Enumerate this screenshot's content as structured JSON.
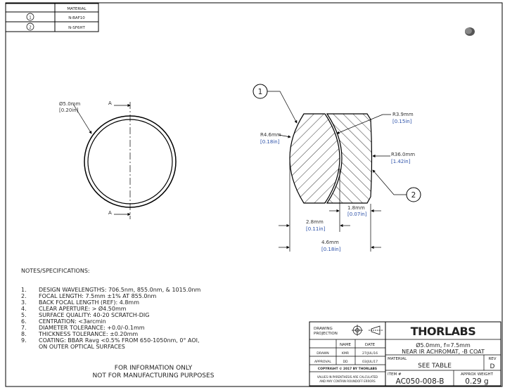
{
  "material_table": {
    "header": "MATERIAL",
    "rows": [
      {
        "callout": "1",
        "material": "N-BAF10"
      },
      {
        "callout": "2",
        "material": "N-SF6HT"
      }
    ]
  },
  "front_view": {
    "section_label_top": "A",
    "section_label_bottom": "A",
    "diameter_mm": "Ø5.0mm",
    "diameter_in": "[0.20in]"
  },
  "section_view": {
    "callout_1": "1",
    "callout_2": "2",
    "r1_mm": "R4.6mm",
    "r1_in": "[0.18in]",
    "r2_mm": "R3.9mm",
    "r2_in": "[0.15in]",
    "r3_mm": "R36.0mm",
    "r3_in": "[1.42in]",
    "t2_mm": "1.8mm",
    "t2_in": "[0.07in]",
    "t1_mm": "2.8mm",
    "t1_in": "[0.11in]",
    "total_mm": "4.6mm",
    "total_in": "[0.18in]"
  },
  "notes": {
    "title": "NOTES/SPECIFICATIONS:",
    "items": [
      {
        "n": "1.",
        "text": "DESIGN WAVELENGTHS: 706.5nm, 855.0nm, & 1015.0nm"
      },
      {
        "n": "2.",
        "text": "FOCAL LENGTH: 7.5mm ±1% AT 855.0nm"
      },
      {
        "n": "3.",
        "text": "BACK FOCAL LENGTH (REF): 4.8mm"
      },
      {
        "n": "4.",
        "text": "CLEAR APERTURE: > Ø4.50mm"
      },
      {
        "n": "5.",
        "text": "SURFACE QUALITY: 40-20 SCRATCH-DIG"
      },
      {
        "n": "6.",
        "text": "CENTRATION: <3arcmin"
      },
      {
        "n": "7.",
        "text": "DIAMETER TOLERANCE: +0.0/-0.1mm"
      },
      {
        "n": "8.",
        "text": "THICKNESS TOLERANCE: ±0.20mm"
      },
      {
        "n": "9.",
        "text": "COATING: BBAR Ravg <0.5% FROM 650-1050nm, 0° AOI,"
      },
      {
        "n": "",
        "text": "ON OUTER OPTICAL SURFACES"
      }
    ],
    "footer_line1": "FOR INFORMATION ONLY",
    "footer_line2": "NOT FOR MANUFACTURING PURPOSES"
  },
  "title_block": {
    "drawing_projection": [
      "DRAWING",
      "PROJECTION"
    ],
    "name_header": "NAME",
    "date_header": "DATE",
    "drawn_label": "DRAWN",
    "drawn_name": "KMR",
    "drawn_date": "27/JUL/16",
    "approval_label": "APPROVAL",
    "approval_name": "DD",
    "approval_date": "03/JUL/17",
    "copyright": "COPYRIGHT © 2017 BY THORLABS",
    "disclaimer": [
      "VALUES IN PARENTHESIS ARE CALCULATED",
      "AND MAY CONTAIN ROUNDOFF ERRORS"
    ],
    "logo": "THORLABS",
    "description_line1": "Ø5.0mm, f=7.5mm",
    "description_line2": "NEAR IR ACHROMAT, -B COAT",
    "material_label": "MATERIAL",
    "material_value": "SEE TABLE",
    "rev_label": "REV",
    "rev_value": "D",
    "item_label": "ITEM #",
    "item_value": "AC050-008-B",
    "weight_label": "APPROX WEIGHT",
    "weight_value": "0.29 g"
  }
}
